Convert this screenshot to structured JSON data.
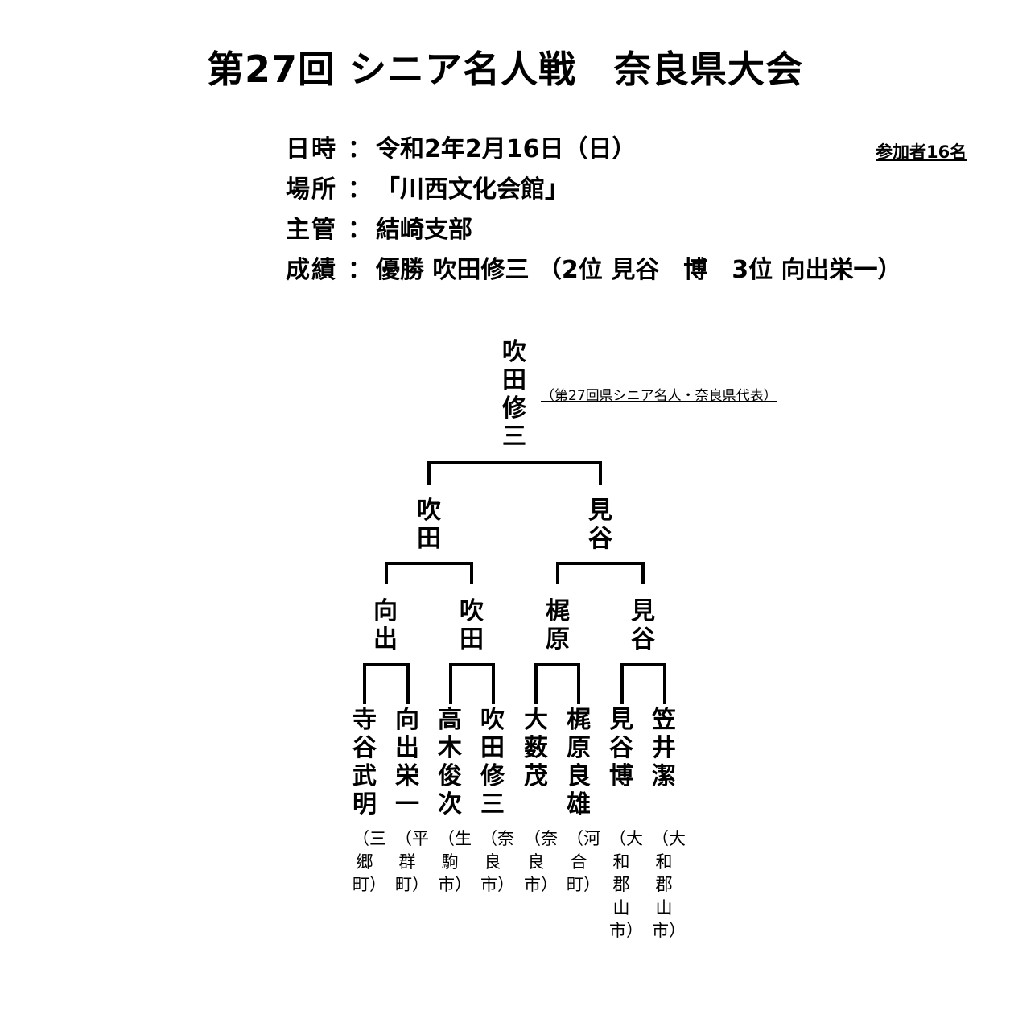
{
  "title": "第27回 シニア名人戦　奈良県大会",
  "participants": "参加者16名",
  "info": [
    {
      "label": "日時",
      "sep": "：",
      "value": "令和2年2月16日（日）"
    },
    {
      "label": "場所",
      "sep": "：",
      "value": "「川西文化会館」"
    },
    {
      "label": "主管",
      "sep": "：",
      "value": "結崎支部"
    },
    {
      "label": "成績",
      "sep": "：",
      "value": "優勝 吹田修三 （2位 見谷　博　3位 向出栄一）"
    }
  ],
  "bracket": {
    "champion": {
      "name": "吹田修三",
      "note": "（第27回県シニア名人・奈良県代表）"
    },
    "final": [
      "吹田",
      "見谷"
    ],
    "semifinal": [
      "向出",
      "吹田",
      "梶原",
      "見谷"
    ],
    "players": [
      {
        "name": "寺谷武明",
        "origin": "（三郷町）"
      },
      {
        "name": "向出栄一",
        "origin": "（平群町）"
      },
      {
        "name": "高木俊次",
        "origin": "（生駒市）"
      },
      {
        "name": "吹田修三",
        "origin": "（奈良市）"
      },
      {
        "name": "大薮　茂",
        "origin": "（奈良市）"
      },
      {
        "name": "梶原良雄",
        "origin": "（河合町）"
      },
      {
        "name": "見谷　博",
        "origin": "（大和郡山市）"
      },
      {
        "name": "笠井　潔",
        "origin": "（大和郡山市）"
      }
    ]
  }
}
